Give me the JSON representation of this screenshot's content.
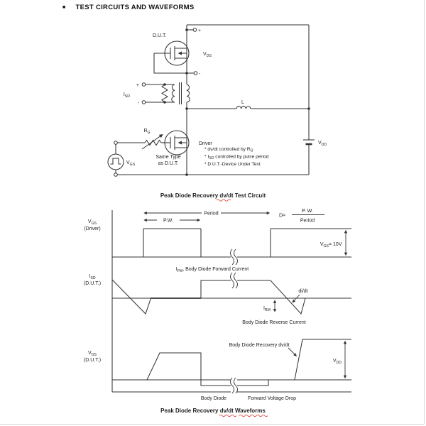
{
  "header": {
    "bullet": "■",
    "title": "TEST CIRCUITS AND WAVEFORMS"
  },
  "colors": {
    "line": "#333333",
    "text": "#1c1c1c",
    "spellcheck_underline": "#e04038"
  },
  "circuit": {
    "caption": "Peak Diode Recovery dv/dt Test Circuit",
    "dut": "D.U.T.",
    "driver": "Driver",
    "same_type": [
      "Same Type",
      "as D.U.T."
    ],
    "vds": {
      "base": "V",
      "sub": "DS"
    },
    "isd": {
      "base": "I",
      "sub": "SD"
    },
    "vgs": {
      "base": "V",
      "sub": "GS"
    },
    "vdd": {
      "base": "V",
      "sub": "DD"
    },
    "rg": {
      "base": "R",
      "sub": "G"
    },
    "inductor": "L",
    "term_plus": "+",
    "term_minus": "-",
    "notes": [
      {
        "pre": "* dv/dt controlled by R",
        "sub": "G",
        "post": ""
      },
      {
        "pre": "* I",
        "sub": "SD",
        "post": " controlled by pulse period"
      },
      {
        "pre": "* D.U.T.-Device Under Test",
        "sub": "",
        "post": ""
      }
    ]
  },
  "waveforms": {
    "caption": "Peak Diode Recovery dv/dt Waveforms",
    "vgs_axis": {
      "base": "V",
      "sub": "GS",
      "line2": "(Driver)"
    },
    "isd_axis": {
      "base": "I",
      "sub": "SD",
      "line2": "(D.U.T.)"
    },
    "vds_axis": {
      "base": "V",
      "sub": "DS",
      "line2": "(D.U.T.)"
    },
    "pw": "P.W.",
    "period": "Period",
    "duty": {
      "lhs": "D=",
      "num": "P. W.",
      "den": "Period"
    },
    "vgs_level": {
      "base": "V",
      "sub": "GS",
      "post": "= 10V"
    },
    "forward_current": {
      "pre": "I",
      "sub": "FM",
      "post": ", Body Diode Forward Current"
    },
    "didt": "di/dt",
    "irm": {
      "base": "I",
      "sub": "RM"
    },
    "reverse_current": "Body Diode Reverse Current",
    "recovery": "Body Diode Recovery dv/dt",
    "vdd_level": {
      "base": "V",
      "sub": "DD"
    },
    "body_diode": "Body Diode",
    "fwd_drop": "Forward Voltage Drop"
  }
}
